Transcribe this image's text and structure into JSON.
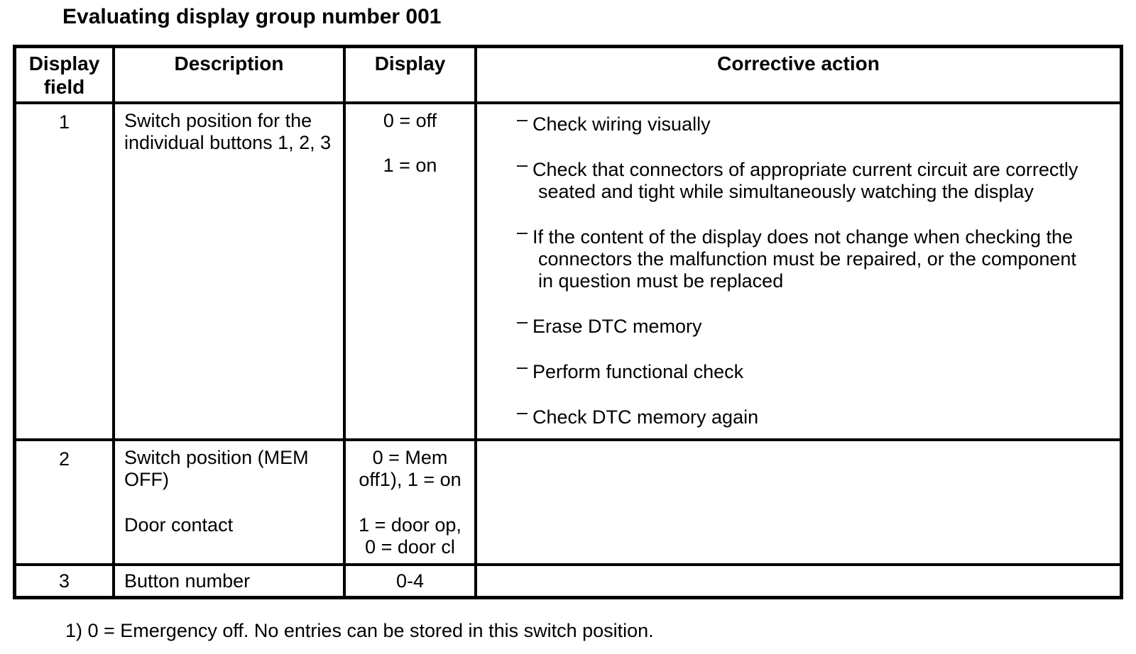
{
  "title": "Evaluating display group number 001",
  "bullet_marker": "–",
  "colors": {
    "text": "#000000",
    "background": "#ffffff",
    "border": "#000000"
  },
  "table": {
    "headers": {
      "display_field": "Display field",
      "description": "Description",
      "display": "Display",
      "corrective_action": "Corrective action"
    },
    "rows": [
      {
        "field": "1",
        "description": "Switch position for the individual buttons 1, 2, 3",
        "display_lines": [
          "0 = off",
          "1 = on"
        ],
        "corrective_actions": [
          "Check wiring visually",
          "Check that connectors of appropriate current circuit are correctly seated and tight while simultaneously watching the display",
          "If the content of the display does not change when checking the connectors the malfunction must be repaired, or the component in question must be replaced",
          "Erase DTC memory",
          "Perform functional check",
          "Check DTC memory again"
        ]
      },
      {
        "field": "2",
        "description_paragraphs": [
          "Switch position (MEM OFF)",
          "Door contact"
        ],
        "display_lines": [
          "0 = Mem",
          "off1), 1 = on",
          "1 = door op,",
          "0 = door cl"
        ],
        "corrective_actions": []
      },
      {
        "field": "3",
        "description": "Button number",
        "display_lines": [
          "0-4"
        ],
        "corrective_actions": []
      }
    ]
  },
  "footnote": "1) 0 = Emergency off. No entries can be stored in this switch position."
}
